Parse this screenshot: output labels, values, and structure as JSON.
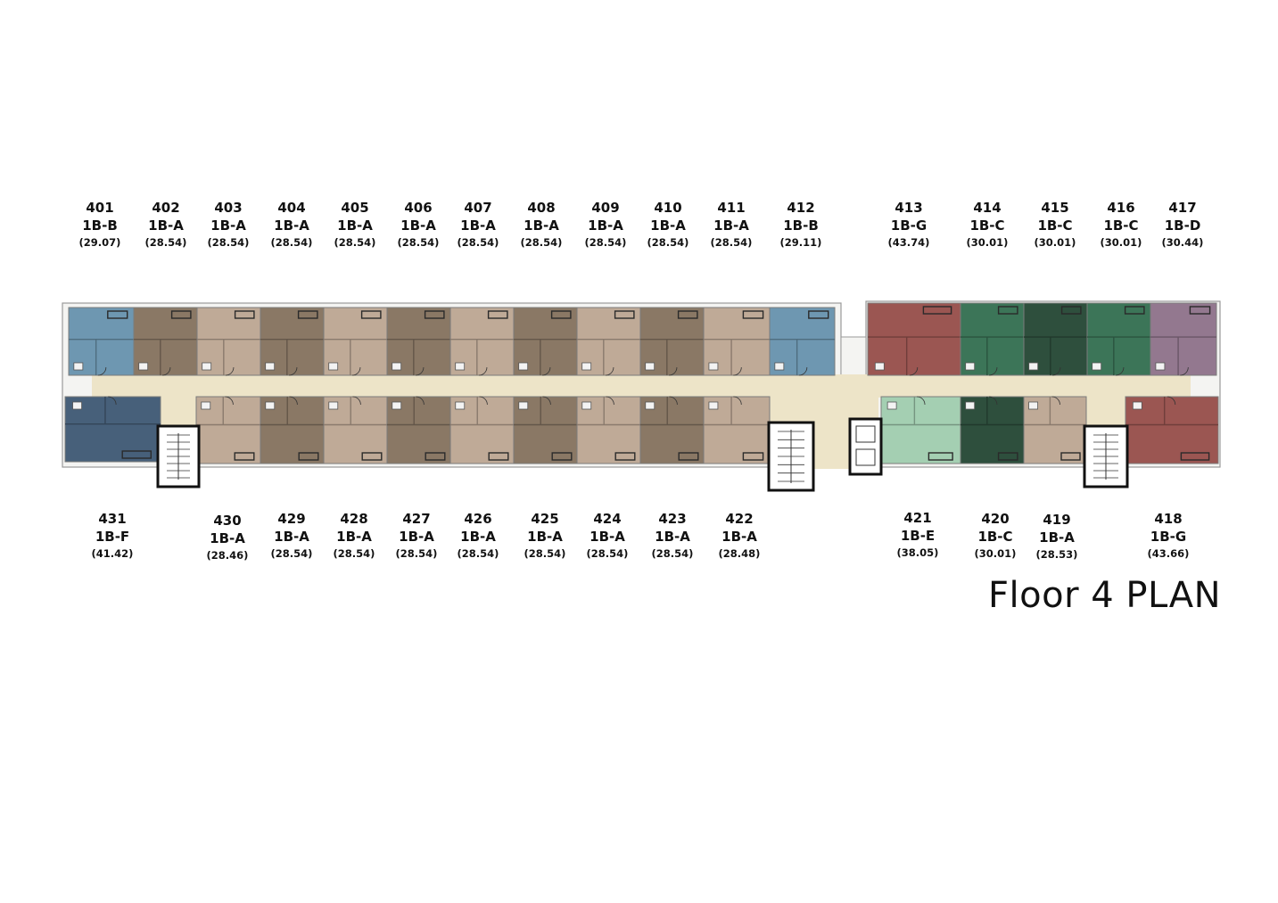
{
  "title": "Floor 4 PLAN",
  "colors": {
    "1B-A-dark": "#8a7865",
    "1B-A-light": "#bfaa97",
    "1B-B": "#6e97b1",
    "1B-C": "#3c7558",
    "1B-C-dark": "#2e4f3d",
    "1B-D": "#93788f",
    "1B-E": "#a4cfb2",
    "1B-F": "#47607a",
    "1B-G": "#9b5652",
    "corridor": "#ede4c8"
  },
  "units_top": [
    {
      "number": "401",
      "type": "1B-B",
      "area": "(29.07)"
    },
    {
      "number": "402",
      "type": "1B-A",
      "area": "(28.54)"
    },
    {
      "number": "403",
      "type": "1B-A",
      "area": "(28.54)"
    },
    {
      "number": "404",
      "type": "1B-A",
      "area": "(28.54)"
    },
    {
      "number": "405",
      "type": "1B-A",
      "area": "(28.54)"
    },
    {
      "number": "406",
      "type": "1B-A",
      "area": "(28.54)"
    },
    {
      "number": "407",
      "type": "1B-A",
      "area": "(28.54)"
    },
    {
      "number": "408",
      "type": "1B-A",
      "area": "(28.54)"
    },
    {
      "number": "409",
      "type": "1B-A",
      "area": "(28.54)"
    },
    {
      "number": "410",
      "type": "1B-A",
      "area": "(28.54)"
    },
    {
      "number": "411",
      "type": "1B-A",
      "area": "(28.54)"
    },
    {
      "number": "412",
      "type": "1B-B",
      "area": "(29.11)"
    },
    {
      "number": "413",
      "type": "1B-G",
      "area": "(43.74)"
    },
    {
      "number": "414",
      "type": "1B-C",
      "area": "(30.01)"
    },
    {
      "number": "415",
      "type": "1B-C",
      "area": "(30.01)"
    },
    {
      "number": "416",
      "type": "1B-C",
      "area": "(30.01)"
    },
    {
      "number": "417",
      "type": "1B-D",
      "area": "(30.44)"
    }
  ],
  "units_bottom": [
    {
      "number": "431",
      "type": "1B-F",
      "area": "(41.42)"
    },
    {
      "number": "430",
      "type": "1B-A",
      "area": "(28.46)"
    },
    {
      "number": "429",
      "type": "1B-A",
      "area": "(28.54)"
    },
    {
      "number": "428",
      "type": "1B-A",
      "area": "(28.54)"
    },
    {
      "number": "427",
      "type": "1B-A",
      "area": "(28.54)"
    },
    {
      "number": "426",
      "type": "1B-A",
      "area": "(28.54)"
    },
    {
      "number": "425",
      "type": "1B-A",
      "area": "(28.54)"
    },
    {
      "number": "424",
      "type": "1B-A",
      "area": "(28.54)"
    },
    {
      "number": "423",
      "type": "1B-A",
      "area": "(28.54)"
    },
    {
      "number": "422",
      "type": "1B-A",
      "area": "(28.48)"
    },
    {
      "number": "421",
      "type": "1B-E",
      "area": "(38.05)"
    },
    {
      "number": "420",
      "type": "1B-C",
      "area": "(30.01)"
    },
    {
      "number": "419",
      "type": "1B-A",
      "area": "(28.53)"
    },
    {
      "number": "418",
      "type": "1B-G",
      "area": "(43.66)"
    }
  ]
}
